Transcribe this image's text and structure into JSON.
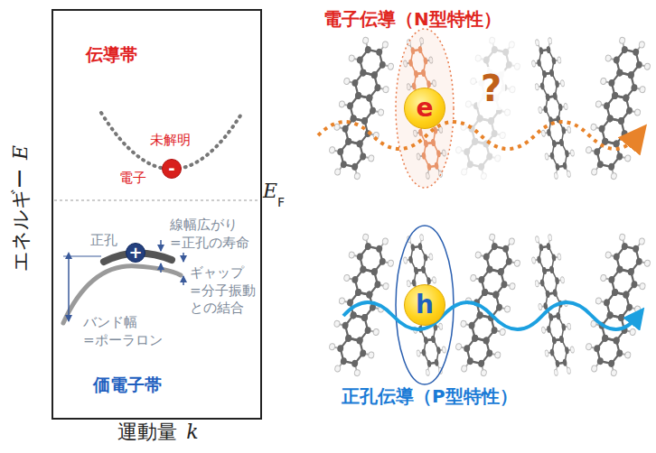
{
  "diagram": {
    "nodes": [
      {
        "text": [
          "伝導帯",
          "価電子帯"
        ]
      },
      {
        "text": [
          "-"
        ],
        "in": 0
      },
      {
        "text": [
          "+"
        ],
        "in": 0
      },
      {
        "text": [
          "e"
        ]
      },
      {
        "text": [
          "h"
        ]
      }
    ],
    "labels": [
      "エネルギー",
      "E",
      "E",
      "F",
      "運動量",
      "k",
      "未解明",
      "電子",
      "正孔",
      "線幅広がり =正孔の寿命",
      "ギャップ =分子振動 との結合",
      "バンド幅 =ポーラロン",
      "電子伝導（N型特性）",
      "?",
      "正孔伝導（P型特性）"
    ]
  }
}
